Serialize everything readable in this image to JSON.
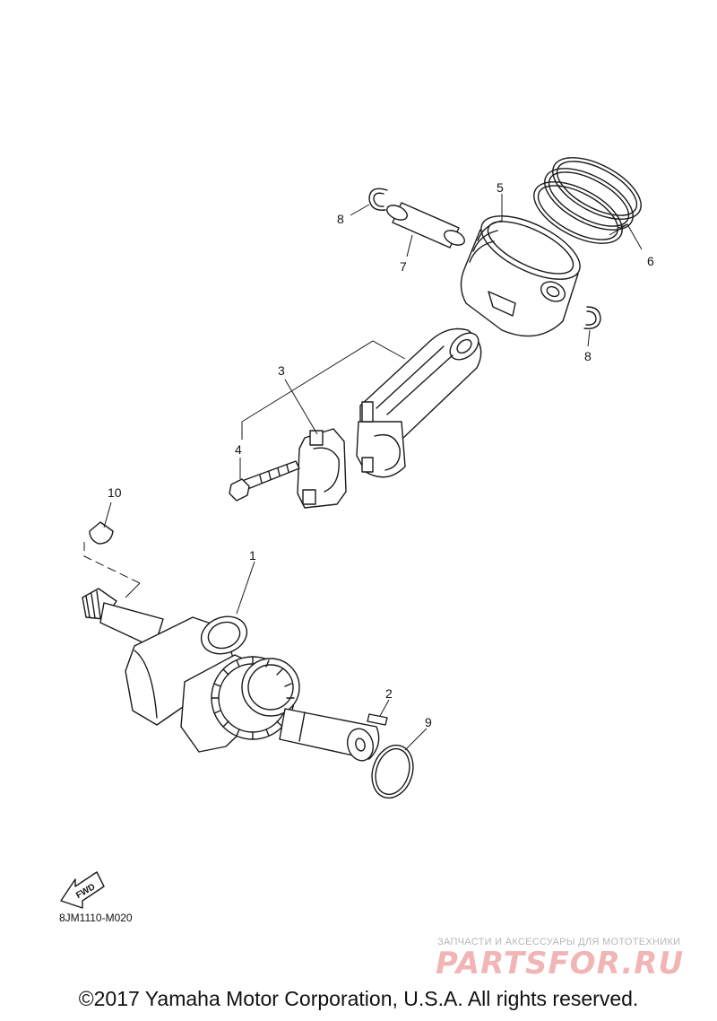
{
  "callouts": {
    "c1": "1",
    "c2": "2",
    "c3": "3",
    "c4": "4",
    "c5": "5",
    "c6": "6",
    "c7": "7",
    "c8a": "8",
    "c8b": "8",
    "c9": "9",
    "c10": "10"
  },
  "fwd_label": "FWD",
  "diagram_code": "8JM1110-M020",
  "watermark": {
    "tagline": "ЗАПЧАСТИ И АКСЕССУАРЫ ДЛЯ МОТОТЕХНИКИ",
    "logo_text": "PARTSFOR.RU"
  },
  "copyright": "©2017 Yamaha Motor Corporation, U.S.A. All rights reserved."
}
